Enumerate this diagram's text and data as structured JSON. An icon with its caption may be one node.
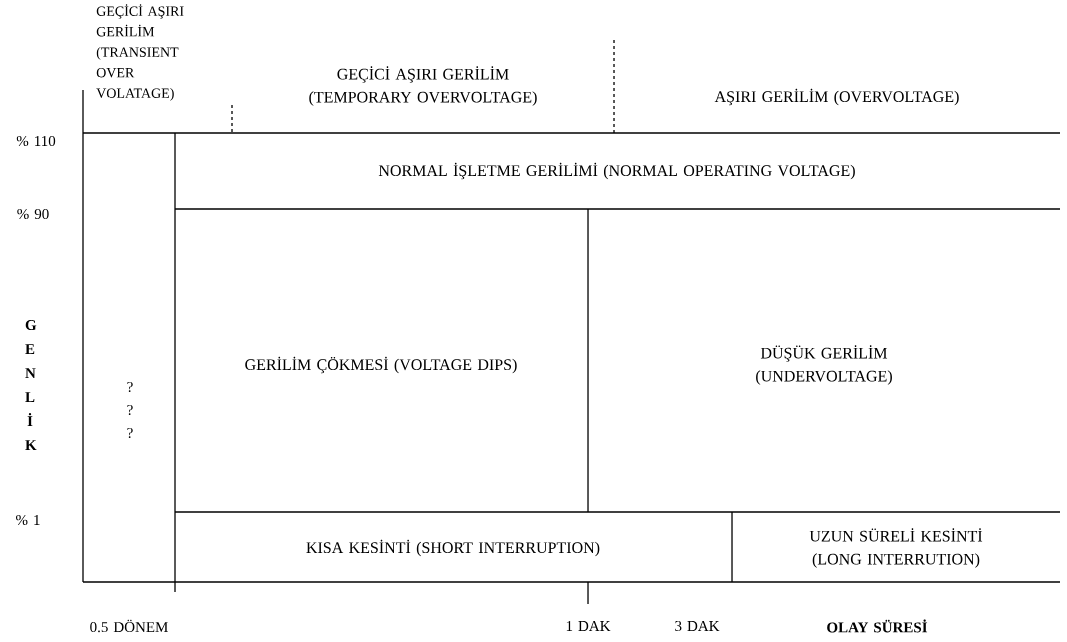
{
  "diagram": {
    "nodes": [
      {
        "text": [
          "GEÇİCİ AŞIRI GERİLİM (TRANSIENT OVER VOLATAGE)"
        ]
      },
      {
        "text": [
          "GEÇİCİ AŞIRI GERİLİM (TEMPORARY OVERVOLTAGE)"
        ]
      },
      {
        "text": [
          "AŞIRI GERİLİM (OVERVOLTAGE)"
        ]
      },
      {
        "text": [
          "NORMAL İŞLETME GERİLİMİ (NORMAL OPERATING VOLTAGE)"
        ]
      },
      {
        "text": [
          "GERİLİM ÇÖKMESİ (VOLTAGE DIPS)"
        ]
      },
      {
        "text": [
          "DÜŞÜK GERİLİM (UNDERVOLTAGE)"
        ]
      },
      {
        "text": [
          "KISA KESİNTİ (SHORT INTERRUPTION)"
        ]
      },
      {
        "text": [
          "UZUN SÜRELİ KESİNTİ (LONG INTERRUTION)"
        ]
      },
      {
        "text": [
          "? ? ?"
        ]
      }
    ],
    "labels": [
      "% 110",
      "% 90",
      "G E N L İ K",
      "% 1",
      "0.5 DÖNEM",
      "1 DAK",
      "3 DAK",
      "OLAY SÜRESİ"
    ]
  }
}
